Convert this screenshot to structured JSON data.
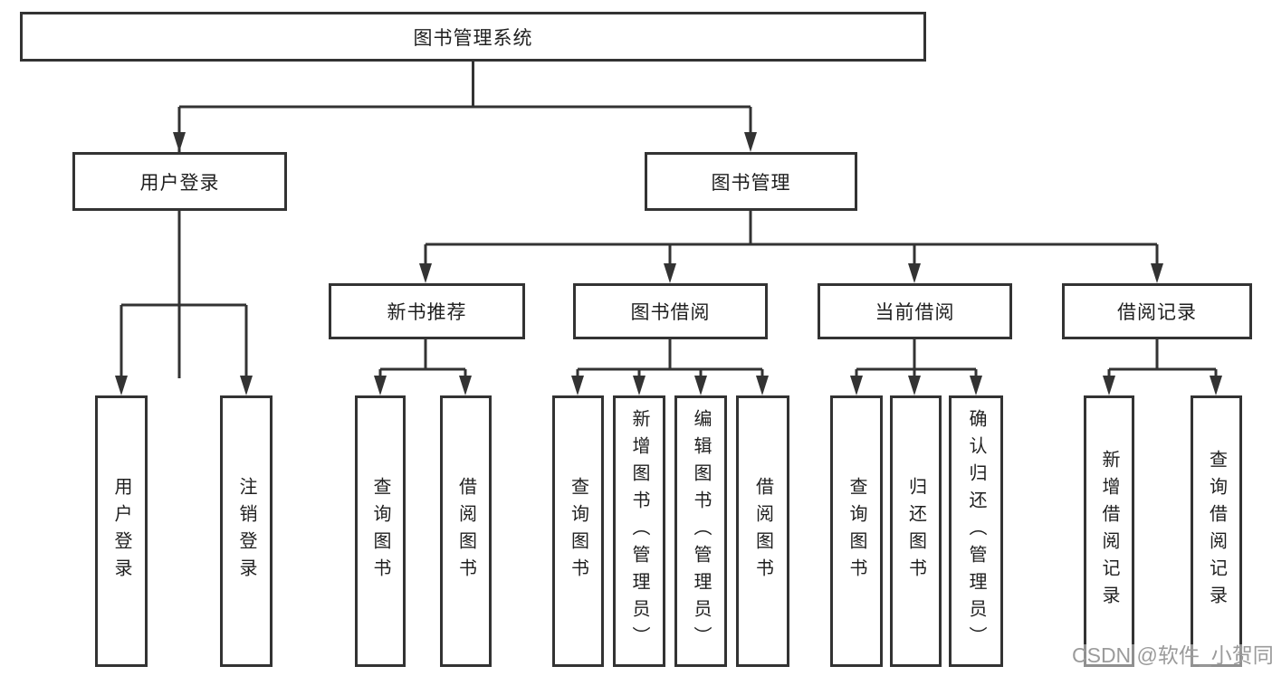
{
  "colors": {
    "line": "#333333",
    "text": "#1f1f1f",
    "bg": "#ffffff",
    "watermark": "#9b9b9b"
  },
  "tree": {
    "label": "图书管理系统",
    "children": [
      {
        "label": "用户登录",
        "children": [
          {
            "label": "用户登录"
          },
          {
            "label": "注销登录"
          }
        ]
      },
      {
        "label": "图书管理",
        "children": [
          {
            "label": "新书推荐",
            "children": [
              {
                "label": "查询图书"
              },
              {
                "label": "借阅图书"
              }
            ]
          },
          {
            "label": "图书借阅",
            "children": [
              {
                "label": "查询图书"
              },
              {
                "label": "新增图书（管理员）"
              },
              {
                "label": "编辑图书（管理员）"
              },
              {
                "label": "借阅图书"
              }
            ]
          },
          {
            "label": "当前借阅",
            "children": [
              {
                "label": "查询图书"
              },
              {
                "label": "归还图书"
              },
              {
                "label": "确认归还（管理员）"
              }
            ]
          },
          {
            "label": "借阅记录",
            "children": [
              {
                "label": "新增借阅记录"
              },
              {
                "label": "查询借阅记录"
              }
            ]
          }
        ]
      }
    ]
  },
  "watermark": {
    "text": "CSDN @软件_小贺同学"
  }
}
